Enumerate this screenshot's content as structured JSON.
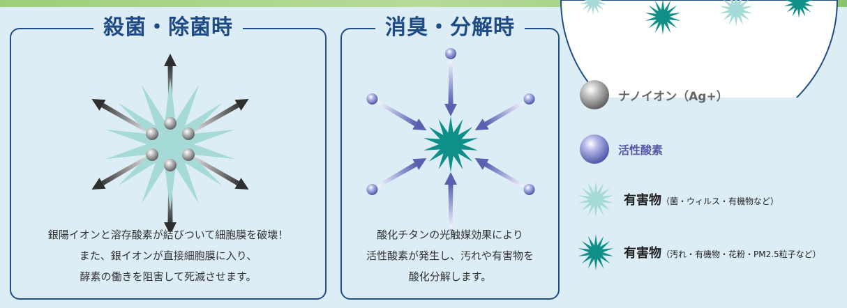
{
  "panels": {
    "sterilize": {
      "title": "殺菌・除菌時",
      "lines": [
        "銀陽イオンと溶存酸素が結びついて細胞膜を破壊！",
        "また、銀イオンが直接細胞膜に入り、",
        "酵素の働きを阻害して死滅させます。"
      ]
    },
    "deodorize": {
      "title": "消臭・分解時",
      "lines": [
        "酸化チタンの光触媒効果により",
        "活性酸素が発生し、汚れや有害物を",
        "酸化分解します。"
      ]
    }
  },
  "legend": {
    "ion": {
      "name": "ナノイオン（Ag+）"
    },
    "oxygen": {
      "name": "活性酸素"
    },
    "harmful_light": {
      "name": "有害物",
      "note": "（菌・ウィルス・有機物など）"
    },
    "harmful_dark": {
      "name": "有害物",
      "note": "（汚れ・有機物・花粉・PM2.5粒子など）"
    }
  },
  "colors": {
    "frame": "#1f4e86",
    "title": "#1e4a86",
    "background": "#dcedf6",
    "light_star": "#a6dad6",
    "dark_star": "#0e9088",
    "ion_sphere": "#8c8c8c",
    "oxygen_sphere": "#7f84cc"
  }
}
